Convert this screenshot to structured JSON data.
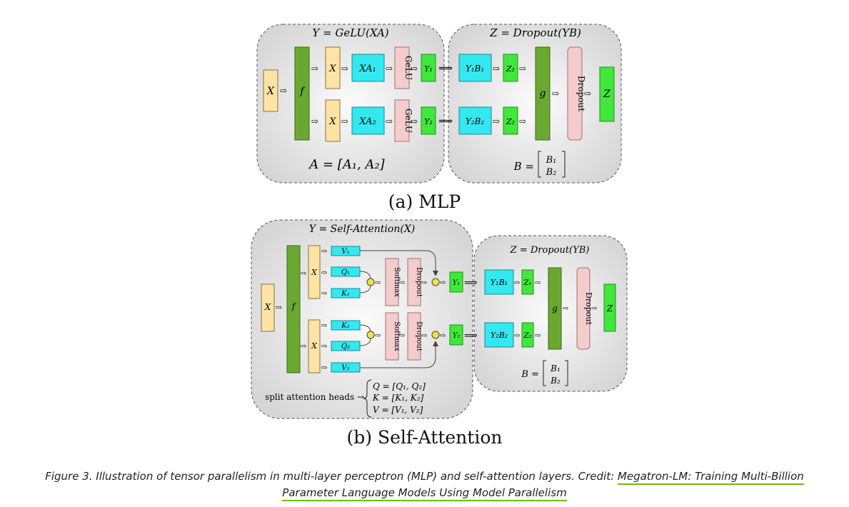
{
  "figure": {
    "mlp": {
      "caption": "(a) MLP",
      "left_title": "Y = GeLU(XA)",
      "right_title": "Z = Dropout(YB)",
      "input": "X",
      "split": "f",
      "branch1": {
        "x": "X",
        "xa": "XA₁",
        "act": "GeLU",
        "y": "Y₁",
        "yb": "Y₁B₁",
        "z": "Z₁"
      },
      "branch2": {
        "x": "X",
        "xa": "XA₂",
        "act": "GeLU",
        "y": "Y₂",
        "yb": "Y₂B₂",
        "z": "Z₂"
      },
      "combine": "g",
      "dropout": "Dropout",
      "output": "Z",
      "a_eq": "A = [A₁, A₂]",
      "b_eq": "B =",
      "b_top": "B₁",
      "b_bot": "B₂"
    },
    "attention": {
      "caption": "(b) Self-Attention",
      "left_title": "Y = Self-Attention(X)",
      "right_title": "Z = Dropout(YB)",
      "input": "X",
      "split": "f",
      "head1": {
        "x": "X",
        "v": "V₁",
        "q": "Q₁",
        "k": "K₁",
        "softmax": "Softmax",
        "dropout": "Dropout",
        "y": "Y₁",
        "yb": "Y₁B₁",
        "z": "Z₁"
      },
      "head2": {
        "x": "X",
        "k": "K₂",
        "q": "Q₂",
        "v": "V₂",
        "softmax": "Softmax",
        "dropout": "Dropout",
        "y": "Y₂",
        "yb": "Y₂B₂",
        "z": "Z₂"
      },
      "combine": "g",
      "dropout": "Dropout",
      "output": "Z",
      "split_label": "split attention heads →",
      "q_eq": "Q = [Q₁, Q₂]",
      "k_eq": "K = [K₁, K₂]",
      "v_eq": "V = [V₁, V₂]",
      "b_eq": "B =",
      "b_top": "B₁",
      "b_bot": "B₂"
    }
  },
  "caption": {
    "prefix": "Figure 3. Illustration of tensor parallelism in multi-layer perceptron (MLP) and self-attention layers. Credit: ",
    "link": "Megatron-LM: Training Multi-Billion Parameter Language Models Using Model Parallelism"
  },
  "colors": {
    "tan": "#fde3a4",
    "green_dark": "#6aa832",
    "green_light": "#3fe83a",
    "cyan": "#33e8f0",
    "pink": "#f4cccc",
    "panel": "#e6e6e6"
  }
}
